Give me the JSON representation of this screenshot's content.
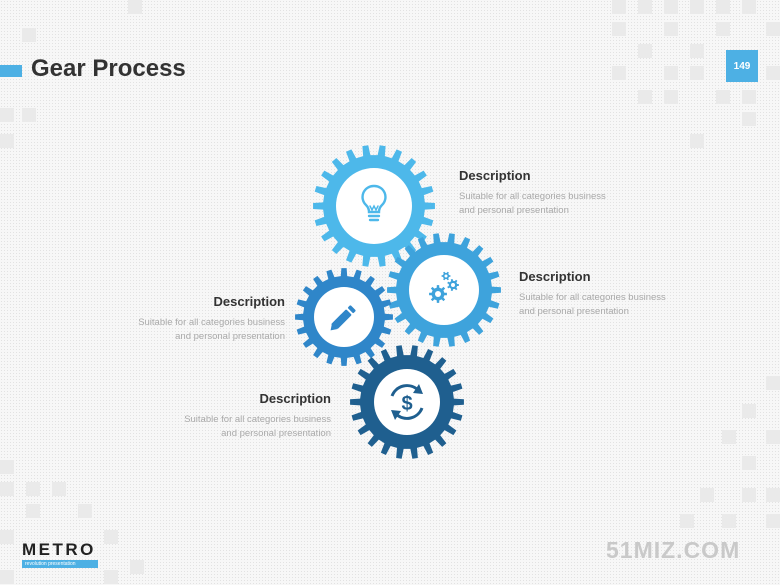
{
  "header": {
    "title": "Gear Process",
    "page_number": "149"
  },
  "gears": [
    {
      "icon": "lightbulb-icon",
      "color": "#4db8ea"
    },
    {
      "icon": "cogs-icon",
      "color": "#3ea3dc"
    },
    {
      "icon": "pencil-icon",
      "color": "#2f86c9"
    },
    {
      "icon": "dollar-exchange-icon",
      "color": "#1f5f8f"
    }
  ],
  "descriptions": [
    {
      "title": "Description",
      "line1": "Suitable for all categories business",
      "line2": "and personal presentation"
    },
    {
      "title": "Description",
      "line1": "Suitable for all categories business",
      "line2": "and personal presentation"
    },
    {
      "title": "Description",
      "line1": "Suitable for all categories business",
      "line2": "and personal presentation"
    },
    {
      "title": "Description",
      "line1": "Suitable for all categories business",
      "line2": "and personal presentation"
    }
  ],
  "logo": {
    "name": "METRO",
    "tagline": "revolution presentation"
  },
  "watermark": "51MIZ.COM"
}
